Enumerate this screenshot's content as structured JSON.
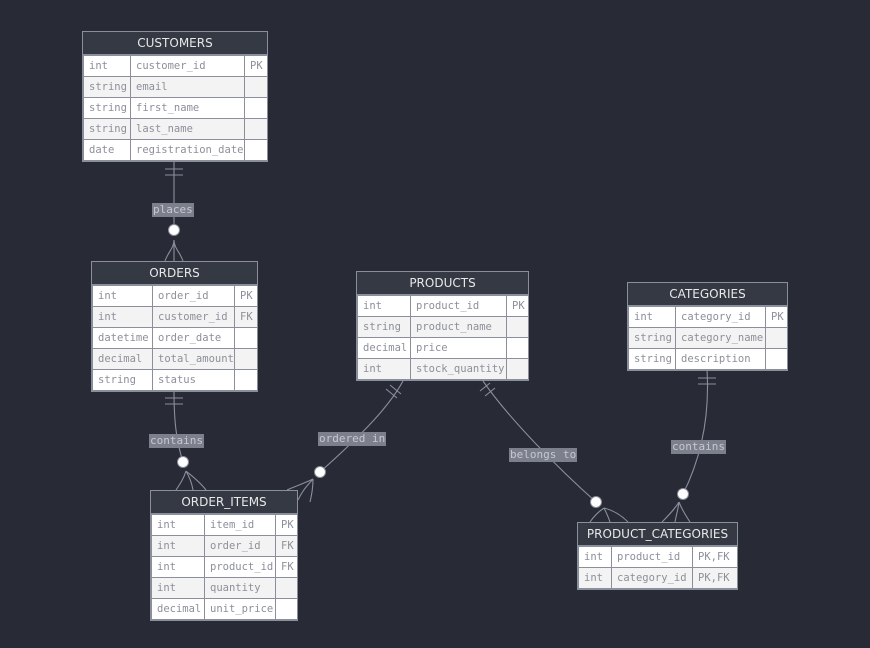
{
  "entities": {
    "customers": {
      "title": "CUSTOMERS",
      "rows": [
        {
          "type": "int",
          "name": "customer_id",
          "key": "PK"
        },
        {
          "type": "string",
          "name": "email",
          "key": ""
        },
        {
          "type": "string",
          "name": "first_name",
          "key": ""
        },
        {
          "type": "string",
          "name": "last_name",
          "key": ""
        },
        {
          "type": "date",
          "name": "registration_date",
          "key": ""
        }
      ]
    },
    "orders": {
      "title": "ORDERS",
      "rows": [
        {
          "type": "int",
          "name": "order_id",
          "key": "PK"
        },
        {
          "type": "int",
          "name": "customer_id",
          "key": "FK"
        },
        {
          "type": "datetime",
          "name": "order_date",
          "key": ""
        },
        {
          "type": "decimal",
          "name": "total_amount",
          "key": ""
        },
        {
          "type": "string",
          "name": "status",
          "key": ""
        }
      ]
    },
    "products": {
      "title": "PRODUCTS",
      "rows": [
        {
          "type": "int",
          "name": "product_id",
          "key": "PK"
        },
        {
          "type": "string",
          "name": "product_name",
          "key": ""
        },
        {
          "type": "decimal",
          "name": "price",
          "key": ""
        },
        {
          "type": "int",
          "name": "stock_quantity",
          "key": ""
        }
      ]
    },
    "categories": {
      "title": "CATEGORIES",
      "rows": [
        {
          "type": "int",
          "name": "category_id",
          "key": "PK"
        },
        {
          "type": "string",
          "name": "category_name",
          "key": ""
        },
        {
          "type": "string",
          "name": "description",
          "key": ""
        }
      ]
    },
    "order_items": {
      "title": "ORDER_ITEMS",
      "rows": [
        {
          "type": "int",
          "name": "item_id",
          "key": "PK"
        },
        {
          "type": "int",
          "name": "order_id",
          "key": "FK"
        },
        {
          "type": "int",
          "name": "product_id",
          "key": "FK"
        },
        {
          "type": "int",
          "name": "quantity",
          "key": ""
        },
        {
          "type": "decimal",
          "name": "unit_price",
          "key": ""
        }
      ]
    },
    "product_categories": {
      "title": "PRODUCT_CATEGORIES",
      "rows": [
        {
          "type": "int",
          "name": "product_id",
          "key": "PK,FK"
        },
        {
          "type": "int",
          "name": "category_id",
          "key": "PK,FK"
        }
      ]
    }
  },
  "relationships": [
    {
      "id": "places",
      "label": "places",
      "from": "customers",
      "to": "orders",
      "from_card": "exactly-one",
      "to_card": "zero-or-many"
    },
    {
      "id": "contains-items",
      "label": "contains",
      "from": "orders",
      "to": "order_items",
      "from_card": "exactly-one",
      "to_card": "zero-or-many"
    },
    {
      "id": "ordered-in",
      "label": "ordered in",
      "from": "products",
      "to": "order_items",
      "from_card": "exactly-one",
      "to_card": "zero-or-many"
    },
    {
      "id": "belongs-to",
      "label": "belongs to",
      "from": "products",
      "to": "product_categories",
      "from_card": "exactly-one",
      "to_card": "zero-or-many"
    },
    {
      "id": "contains-categories",
      "label": "contains",
      "from": "categories",
      "to": "product_categories",
      "from_card": "exactly-one",
      "to_card": "zero-or-many"
    }
  ],
  "colors": {
    "background": "#282a36",
    "entity_header": "#353944",
    "line": "#8a8f9c",
    "label_bg": "#7c808d"
  }
}
